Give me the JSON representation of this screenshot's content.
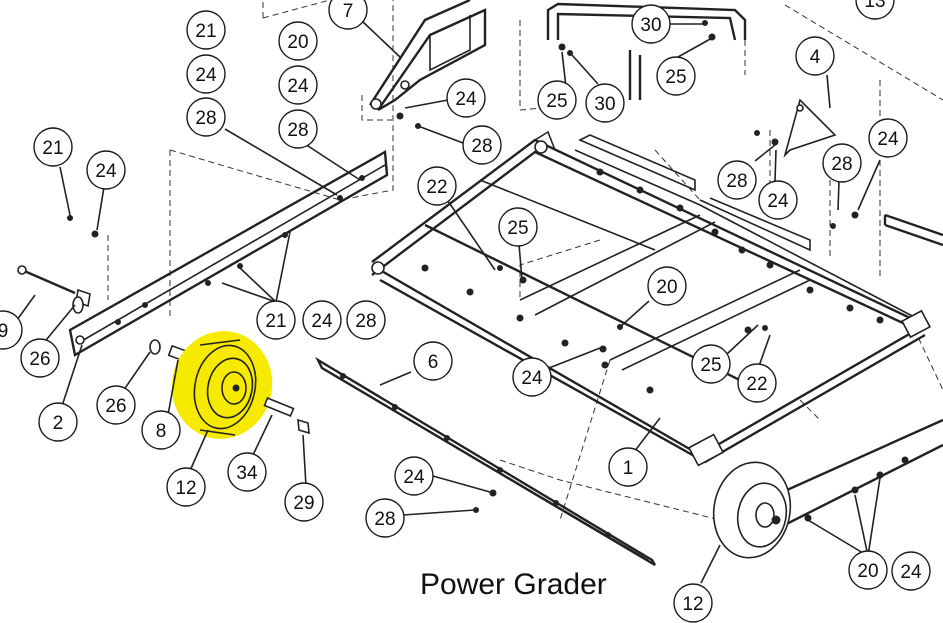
{
  "caption": "Power Grader",
  "highlight_color": "#f5ea00",
  "callouts": [
    {
      "id": "c-21a",
      "label": "21"
    },
    {
      "id": "c-20a",
      "label": "20"
    },
    {
      "id": "c-7",
      "label": "7"
    },
    {
      "id": "c-30a",
      "label": "30"
    },
    {
      "id": "c-24a",
      "label": "24"
    },
    {
      "id": "c-24b",
      "label": "24"
    },
    {
      "id": "c-25a",
      "label": "25"
    },
    {
      "id": "c-25b",
      "label": "25"
    },
    {
      "id": "c-30b",
      "label": "30"
    },
    {
      "id": "c-4",
      "label": "4"
    },
    {
      "id": "c-28a",
      "label": "28"
    },
    {
      "id": "c-28b",
      "label": "28"
    },
    {
      "id": "c-24c",
      "label": "24"
    },
    {
      "id": "c-28c",
      "label": "28"
    },
    {
      "id": "c-21b",
      "label": "21"
    },
    {
      "id": "c-24d",
      "label": "24"
    },
    {
      "id": "c-28d",
      "label": "28"
    },
    {
      "id": "c-24e",
      "label": "24"
    },
    {
      "id": "c-28e",
      "label": "28"
    },
    {
      "id": "c-24f",
      "label": "24"
    },
    {
      "id": "c-22a",
      "label": "22"
    },
    {
      "id": "c-25c",
      "label": "25"
    },
    {
      "id": "c-9",
      "label": "9"
    },
    {
      "id": "c-21c",
      "label": "21"
    },
    {
      "id": "c-24g",
      "label": "24"
    },
    {
      "id": "c-28f",
      "label": "28"
    },
    {
      "id": "c-20b",
      "label": "20"
    },
    {
      "id": "c-26a",
      "label": "26"
    },
    {
      "id": "c-6",
      "label": "6"
    },
    {
      "id": "c-24h",
      "label": "24"
    },
    {
      "id": "c-25d",
      "label": "25"
    },
    {
      "id": "c-22b",
      "label": "22"
    },
    {
      "id": "c-2",
      "label": "2"
    },
    {
      "id": "c-26b",
      "label": "26"
    },
    {
      "id": "c-8",
      "label": "8"
    },
    {
      "id": "c-1",
      "label": "1"
    },
    {
      "id": "c-12a",
      "label": "12"
    },
    {
      "id": "c-34",
      "label": "34"
    },
    {
      "id": "c-29",
      "label": "29"
    },
    {
      "id": "c-24i",
      "label": "24"
    },
    {
      "id": "c-28g",
      "label": "28"
    },
    {
      "id": "c-20c",
      "label": "20"
    },
    {
      "id": "c-24j",
      "label": "24"
    },
    {
      "id": "c-12b",
      "label": "12"
    },
    {
      "id": "c-13",
      "label": "13"
    }
  ]
}
